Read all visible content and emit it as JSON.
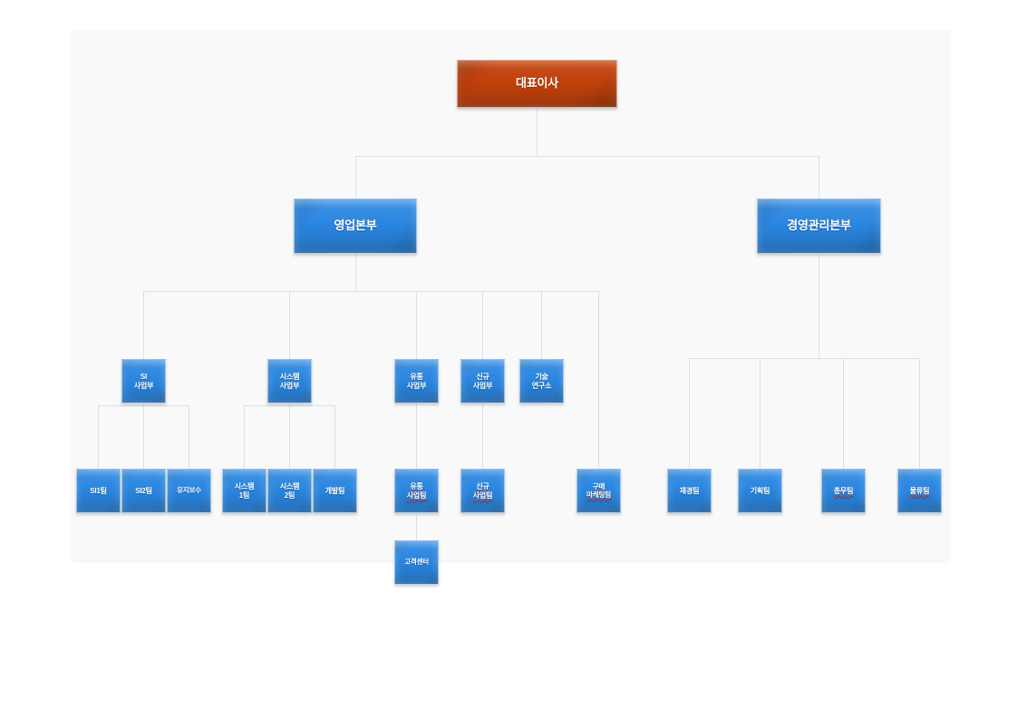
{
  "document": {
    "kind": "organization-chart",
    "canvas": {
      "background_color": "#f9f9f9",
      "line_color": "#cfe4ef"
    },
    "palette": {
      "executive_box": "#c2410c",
      "department_box": "#2a86e0",
      "box_text": "#ffffff",
      "spellcheck_underline": "#e0322a"
    }
  },
  "nodes": {
    "ceo": {
      "label": "대표이사"
    },
    "sales_hq": {
      "label": "영업본부"
    },
    "admin_hq": {
      "label": "경영관리본부"
    },
    "si_div": {
      "label": "SI\n사업부"
    },
    "system_div": {
      "label": "시스템\n사업부"
    },
    "dist_div": {
      "label": "유통\n사업부"
    },
    "new_div": {
      "label": "신규\n사업부"
    },
    "tech_lab": {
      "label": "기술\n연구소"
    },
    "si1_team": {
      "label": "SI1팀"
    },
    "si2_team": {
      "label": "SI2팀"
    },
    "maintenance": {
      "label": "유지보수"
    },
    "system1_team": {
      "label": "시스템\n1팀"
    },
    "system2_team": {
      "label": "시스템\n2팀"
    },
    "dev_team": {
      "label": "개발팀"
    },
    "dist_team": {
      "label": "유통\n사업팀",
      "spellcheck": true
    },
    "customer_ctr": {
      "label": "고객센터"
    },
    "new_team": {
      "label": "신규\n사업팀",
      "spellcheck": true
    },
    "purchase_mkt": {
      "label": "구매\n마케팅팀",
      "spellcheck": true
    },
    "finance_team": {
      "label": "재경팀"
    },
    "planning_team": {
      "label": "기획팀"
    },
    "general_team": {
      "label": "총무팀",
      "spellcheck": true
    },
    "logistics_team": {
      "label": "물류팀",
      "spellcheck": true
    }
  },
  "chart_data": {
    "type": "tree",
    "title": "조직도",
    "root": "대표이사",
    "edges": [
      {
        "from": "대표이사",
        "to": "영업본부"
      },
      {
        "from": "대표이사",
        "to": "경영관리본부"
      },
      {
        "from": "영업본부",
        "to": "SI 사업부"
      },
      {
        "from": "영업본부",
        "to": "시스템 사업부"
      },
      {
        "from": "영업본부",
        "to": "유통 사업부"
      },
      {
        "from": "영업본부",
        "to": "신규 사업부"
      },
      {
        "from": "영업본부",
        "to": "기술 연구소"
      },
      {
        "from": "영업본부",
        "to": "구매 마케팅팀"
      },
      {
        "from": "SI 사업부",
        "to": "SI1팀"
      },
      {
        "from": "SI 사업부",
        "to": "SI2팀"
      },
      {
        "from": "SI 사업부",
        "to": "유지보수"
      },
      {
        "from": "시스템 사업부",
        "to": "시스템 1팀"
      },
      {
        "from": "시스템 사업부",
        "to": "시스템 2팀"
      },
      {
        "from": "시스템 사업부",
        "to": "개발팀"
      },
      {
        "from": "유통 사업부",
        "to": "유통 사업팀"
      },
      {
        "from": "유통 사업팀",
        "to": "고객센터"
      },
      {
        "from": "신규 사업부",
        "to": "신규 사업팀"
      },
      {
        "from": "경영관리본부",
        "to": "재경팀"
      },
      {
        "from": "경영관리본부",
        "to": "기획팀"
      },
      {
        "from": "경영관리본부",
        "to": "총무팀"
      },
      {
        "from": "경영관리본부",
        "to": "물류팀"
      }
    ],
    "levels": [
      [
        "대표이사"
      ],
      [
        "영업본부",
        "경영관리본부"
      ],
      [
        "SI 사업부",
        "시스템 사업부",
        "유통 사업부",
        "신규 사업부",
        "기술 연구소"
      ],
      [
        "SI1팀",
        "SI2팀",
        "유지보수",
        "시스템 1팀",
        "시스템 2팀",
        "개발팀",
        "유통 사업팀",
        "신규 사업팀",
        "구매 마케팅팀",
        "재경팀",
        "기획팀",
        "총무팀",
        "물류팀"
      ],
      [
        "고객센터"
      ]
    ]
  }
}
